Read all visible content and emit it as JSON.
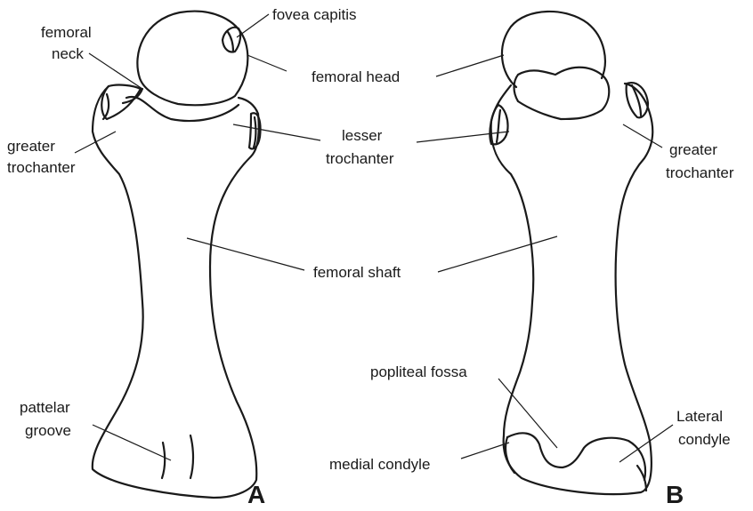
{
  "figure": {
    "labels": {
      "fovea_capitis": "fovea capitis",
      "femoral_neck_1": "femoral",
      "femoral_neck_2": "neck",
      "femoral_head": "femoral head",
      "greater_trochanter_left_1": "greater",
      "greater_trochanter_left_2": "trochanter",
      "lesser_trochanter_1": "lesser",
      "lesser_trochanter_2": "trochanter",
      "greater_trochanter_right_1": "greater",
      "greater_trochanter_right_2": "trochanter",
      "femoral_shaft": "femoral shaft",
      "popliteal_fossa": "popliteal fossa",
      "pattelar_groove_1": "pattelar",
      "pattelar_groove_2": "groove",
      "lateral_condyle_1": "Lateral",
      "lateral_condyle_2": "condyle",
      "medial_condyle": "medial condyle"
    },
    "panels": {
      "a": "A",
      "b": "B"
    }
  }
}
